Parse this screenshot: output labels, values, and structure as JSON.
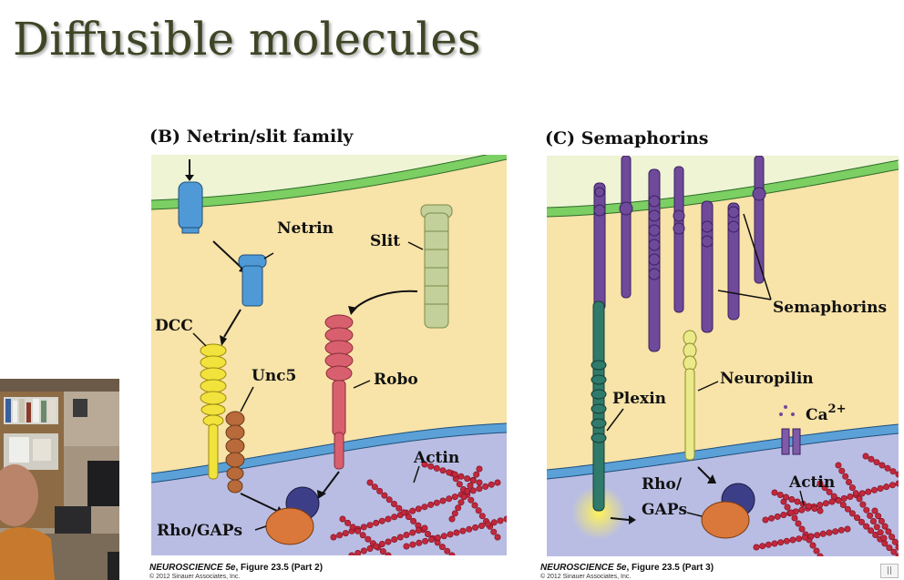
{
  "slide": {
    "title": "Diffusible molecules"
  },
  "panel_b": {
    "title": "(B)  Netrin/slit family",
    "labels": {
      "netrin": "Netrin",
      "slit": "Slit",
      "dcc": "DCC",
      "unc5": "Unc5",
      "robo": "Robo",
      "actin": "Actin",
      "rho_gaps": "Rho/GAPs"
    },
    "caption_title": "NEUROSCIENCE 5e",
    "caption_ref": ", Figure 23.5 (Part 2)",
    "copyright": "© 2012 Sinauer Associates, Inc."
  },
  "panel_c": {
    "title": "(C)  Semaphorins",
    "labels": {
      "semaphorins": "Semaphorins",
      "neuropilin": "Neuropilin",
      "plexin": "Plexin",
      "ca": "Ca",
      "ca_sup": "2+",
      "actin": "Actin",
      "rho": "Rho/",
      "gaps": "GAPs"
    },
    "caption_title": "NEUROSCIENCE 5e",
    "caption_ref": ", Figure 23.5 (Part 3)",
    "copyright": "© 2012 Sinauer Associates, Inc."
  },
  "colors": {
    "cytoplasm": "#f8e3a8",
    "extracellular": "#eef4d4",
    "membrane": "#7ccf62",
    "intracellular": "#b9bde3",
    "dcc": "#f2e23c",
    "unc5": "#b96a3a",
    "robo": "#d8606e",
    "slit": "#c3d09a",
    "netrin": "#4f9ad6",
    "semaphorin": "#6f4a9a",
    "plexin": "#2f7a6a",
    "neuropilin": "#eaea8a",
    "actin": "#c2283c",
    "gap_navy": "#3c3f88",
    "gap_orange": "#d9783a"
  },
  "webcam": {
    "description_icon": "presenter-video-icon"
  }
}
